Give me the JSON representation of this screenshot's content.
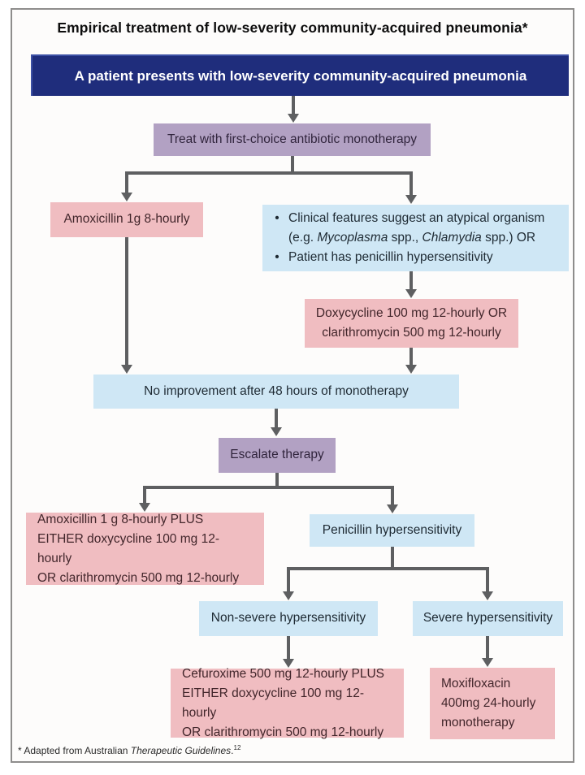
{
  "palette": {
    "navy": "#1f2d7c",
    "purple": "#b2a1c3",
    "purpleText": "#30243c",
    "pink": "#f0bdc1",
    "pinkText": "#42262b",
    "blue": "#cfe7f5",
    "blueText": "#1e2a33",
    "arrow": "#5e5f61",
    "frameBorder": "#8e8d8c",
    "pageBg": "#fdfcfb",
    "titleColor": "#0d0d0d"
  },
  "figure": {
    "title": "Empirical treatment of low-severity community-acquired pneumonia*",
    "banner": "A patient presents with low-severity community-acquired pneumonia",
    "footnote": {
      "pre": "* Adapted from Australian ",
      "source": "Therapeutic Guidelines",
      "period": ".",
      "ref": "12"
    }
  },
  "nodes": {
    "treat": "Treat with first-choice antibiotic monotherapy",
    "amoxicillin": "Amoxicillin 1g 8-hourly",
    "atypical": {
      "bullet_char": "•",
      "b1_pre": "Clinical features suggest an atypical organism (e.g. ",
      "b1_italic1": "Mycoplasma",
      "b1_mid": " spp., ",
      "b1_italic2": "Chlamydia",
      "b1_post": " spp.) OR",
      "b2": "Patient has penicillin hypersensitivity"
    },
    "doxy": {
      "line1": "Doxycycline 100 mg 12-hourly OR",
      "line2": "clarithromycin 500 mg 12-hourly"
    },
    "no_improvement": "No improvement after 48 hours of monotherapy",
    "escalate": "Escalate therapy",
    "amox_plus": {
      "line1": "Amoxicillin 1 g 8-hourly PLUS",
      "line2": "EITHER doxycycline 100 mg 12-hourly",
      "line3": "OR clarithromycin 500 mg 12-hourly"
    },
    "penicillin": "Penicillin hypersensitivity",
    "non_severe": "Non-severe hypersensitivity",
    "severe": "Severe hypersensitivity",
    "cefuroxime": {
      "line1": "Cefuroxime 500 mg 12-hourly PLUS",
      "line2": "EITHER doxycycline 100 mg 12-hourly",
      "line3": "OR clarithromycin 500 mg 12-hourly"
    },
    "moxifloxacin": {
      "line1": "Moxifloxacin",
      "line2": "400mg 24-hourly",
      "line3": "monotherapy"
    }
  }
}
